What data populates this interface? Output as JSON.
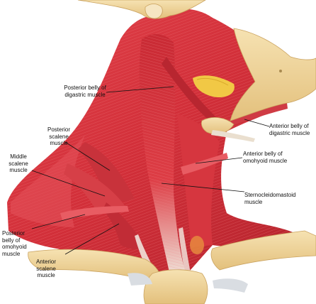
{
  "colors": {
    "background": "#ffffff",
    "muscle_red": "#d8323c",
    "muscle_dark": "#a8202a",
    "muscle_light": "#ec7a7e",
    "tendon": "#efe6dc",
    "bone": "#f0d7a0",
    "bone_shadow": "#d9b874",
    "gland": "#f1c845",
    "leader_line": "#111111",
    "label_text": "#111111"
  },
  "labels": {
    "posterior_digastric": "Posterior belly of\ndigastric muscle",
    "posterior_scalene": "Posterior\nscalene\nmuscle",
    "middle_scalene": "Middle\nscalene\nmuscle",
    "anterior_digastric": "Anterior belly of\ndigastric muscle",
    "anterior_omohyoid": "Anterior belly of\nomohyoid muscle",
    "sternocleidomastoid": "Sternocleidomastoid\nmuscle",
    "posterior_omohyoid": "Posterior\nbelly of\nomohyoid\nmuscle",
    "anterior_scalene": "Anterior\nscalene\nmuscle"
  }
}
